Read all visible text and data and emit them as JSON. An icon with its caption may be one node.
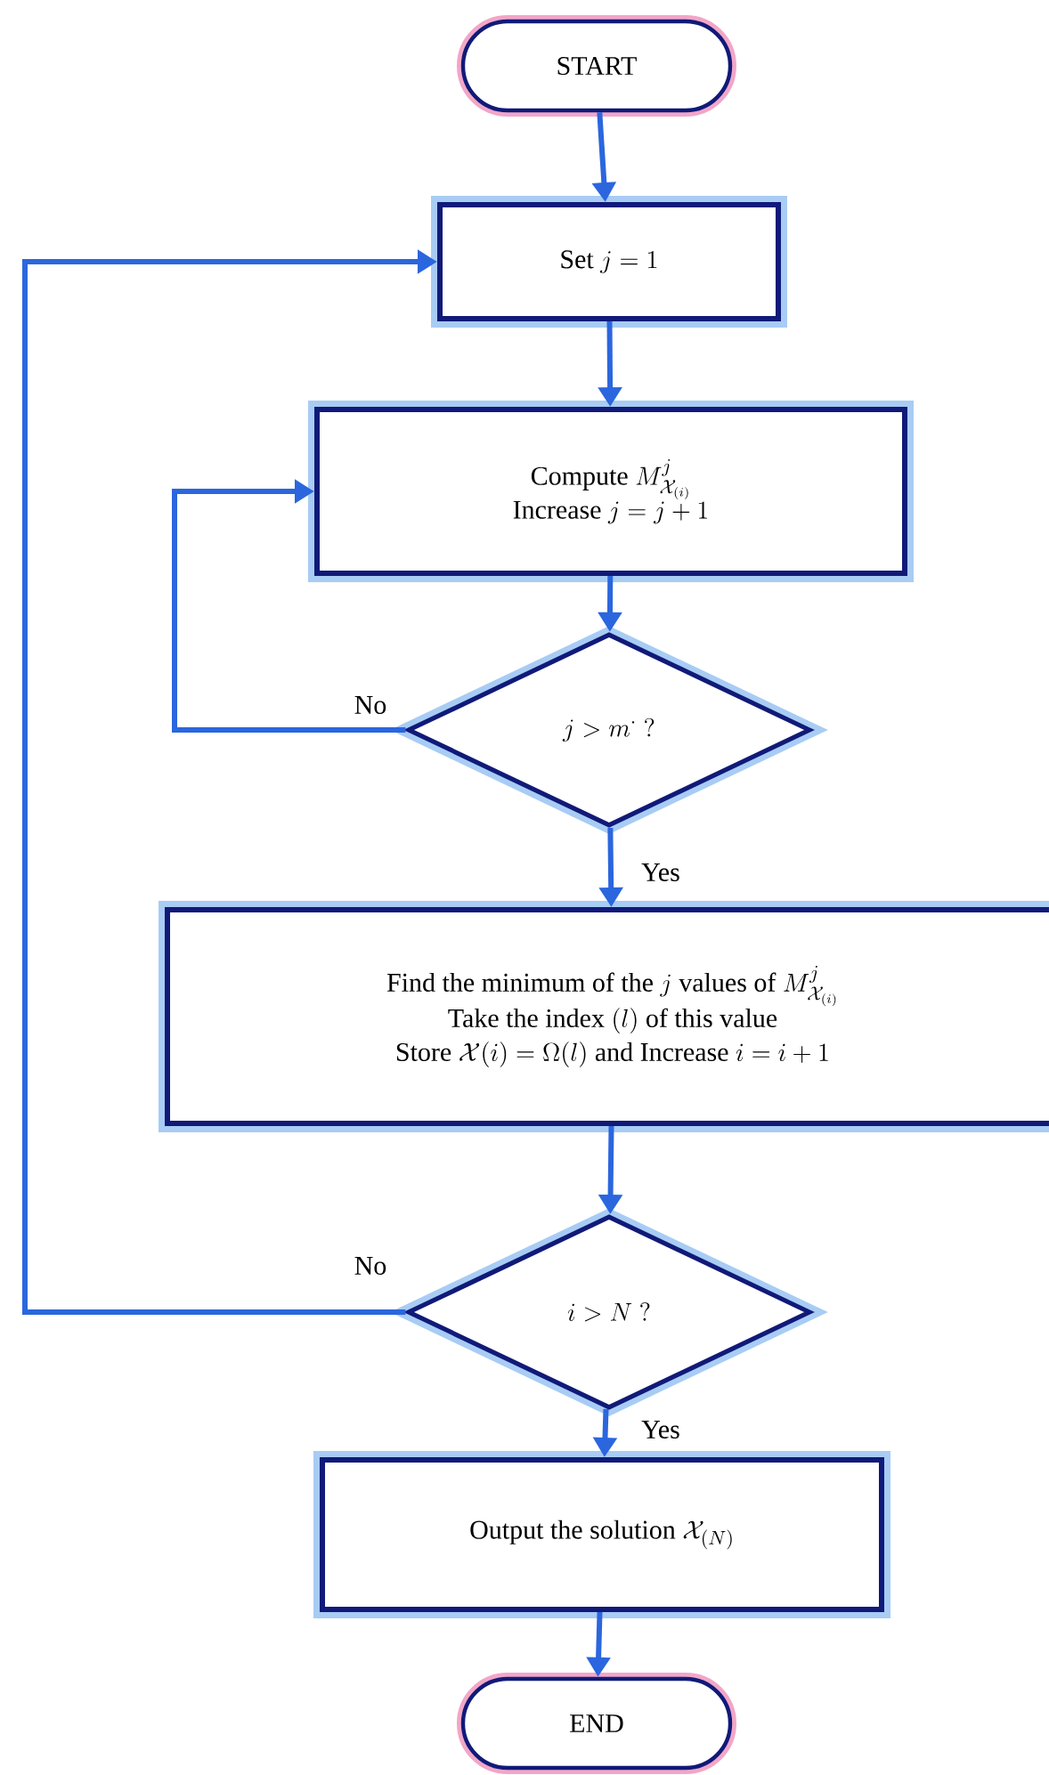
{
  "diagram": {
    "nodes": [
      {
        "text": [
          "START"
        ]
      },
      {
        "text": [
          "\\text{Set } j = 1"
        ]
      },
      {
        "text": [
          "\\text{Compute } M^{j}_{\\mathcal{X}_{(i)}}",
          "\\text{Increase } j = j + 1"
        ]
      },
      {
        "text": [
          "j > m^{\\cdot}\\ ?"
        ]
      },
      {
        "text": [
          "\\text{Find the minimum of the } j \\text{ values of } M^{j}_{\\mathcal{X}_{(i)}}",
          "\\text{Take the index } (l) \\text{ of this value}",
          "\\text{Store } \\mathcal{X}(i) = \\Omega(l) \\text{ and Increase } i = i + 1"
        ]
      },
      {
        "text": [
          "i > N\\ ?"
        ]
      },
      {
        "text": [
          "\\text{Output the solution } \\mathcal{X}_{(N)}"
        ]
      },
      {
        "text": [
          "END"
        ]
      }
    ],
    "edges": [
      {
        "from": 0,
        "to": 1,
        "arrow": "to"
      },
      {
        "from": 1,
        "to": 2,
        "arrow": "to"
      },
      {
        "from": 2,
        "to": 3,
        "arrow": "to"
      },
      {
        "from": 3,
        "to": 2,
        "arrow": "to",
        "label": "No"
      },
      {
        "from": 3,
        "to": 4,
        "arrow": "to",
        "label": "Yes"
      },
      {
        "from": 4,
        "to": 5,
        "arrow": "to"
      },
      {
        "from": 5,
        "to": 1,
        "arrow": "to",
        "label": "No"
      },
      {
        "from": 5,
        "to": 6,
        "arrow": "to",
        "label": "Yes"
      },
      {
        "from": 6,
        "to": 7,
        "arrow": "to"
      }
    ]
  }
}
